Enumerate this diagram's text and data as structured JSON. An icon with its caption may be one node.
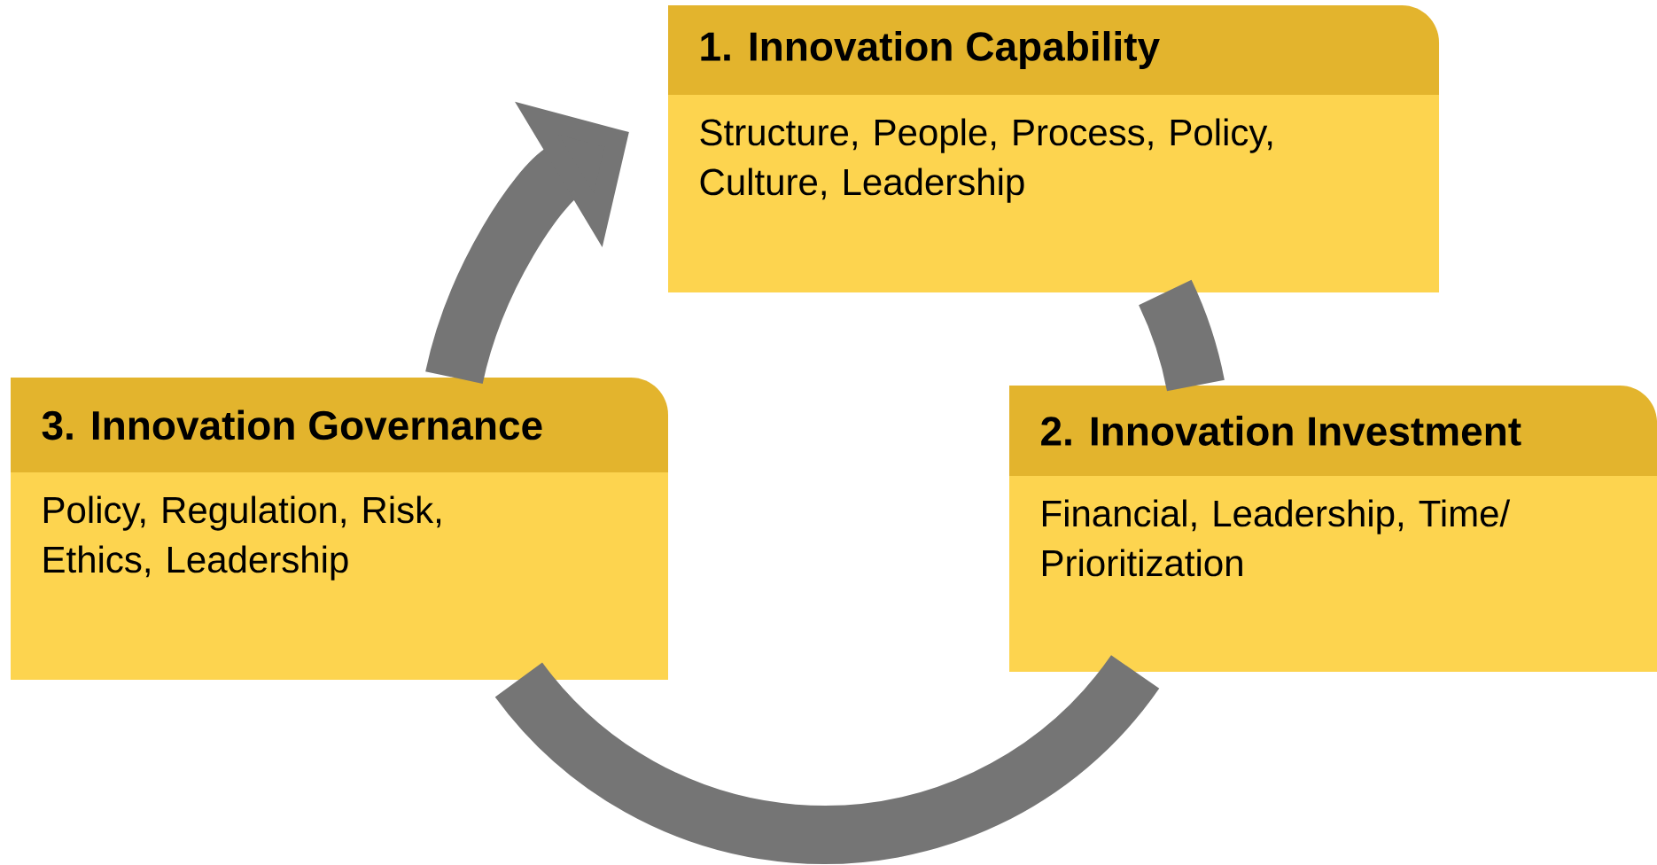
{
  "diagram": {
    "nodes": [
      {
        "text": [
          "1. Innovation Capability",
          "Structure, People, Process, Policy, Culture, Leadership"
        ]
      },
      {
        "text": [
          "2. Innovation Investment",
          "Financial, Leadership, Time/ Prioritization"
        ]
      },
      {
        "text": [
          "3. Innovation Governance",
          "Policy, Regulation, Risk, Ethics, Leadership"
        ]
      }
    ],
    "edges": [
      {
        "from": 2,
        "to": 0,
        "arrow": "to"
      },
      {
        "from": 0,
        "to": 1,
        "arrow": "none"
      },
      {
        "from": 1,
        "to": 2,
        "arrow": "none"
      }
    ]
  }
}
